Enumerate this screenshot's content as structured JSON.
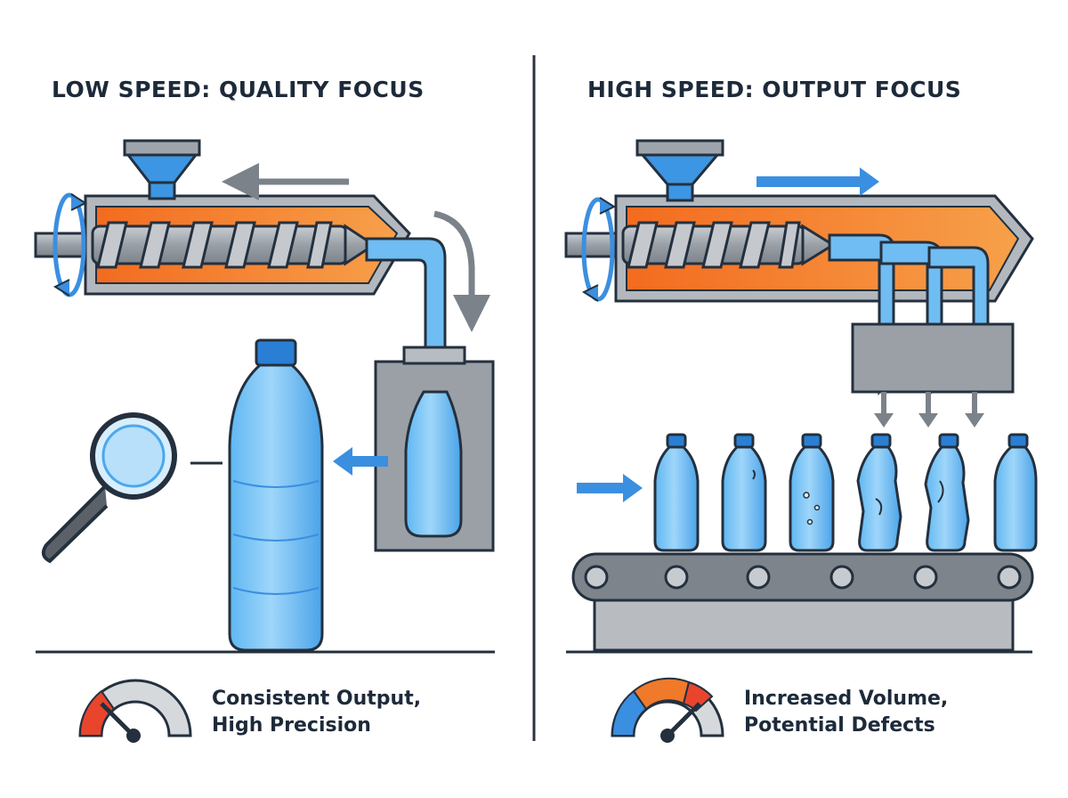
{
  "panels": {
    "left": {
      "title": "LOW SPEED: QUALITY FOCUS",
      "caption_line1": "Consistent Output,",
      "caption_line2": "High Precision",
      "gauge_level": 0.3
    },
    "right": {
      "title": "HIGH SPEED: OUTPUT FOCUS",
      "caption_line1": "Increased Volume,",
      "caption_line2": "Potential Defects",
      "gauge_level": 0.75
    }
  },
  "colors": {
    "outline": "#24303e",
    "steel": "#a8adb4",
    "heater": "#f07a2a",
    "plastic": "#4aa8ee",
    "plastic_light": "#aedcfb",
    "arrow_gray": "#7b828a",
    "arrow_blue": "#3b8fe0",
    "divider": "#2b3440"
  },
  "icons": [
    "rotation-arrow-icon",
    "hopper-icon",
    "magnifier-icon",
    "speed-gauge-icon",
    "flow-arrow-icon"
  ]
}
